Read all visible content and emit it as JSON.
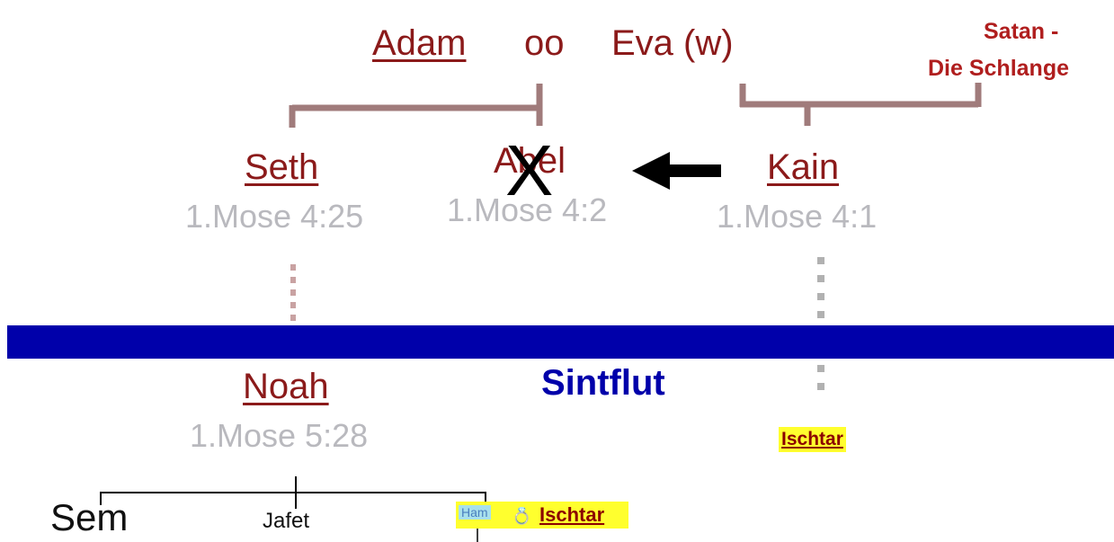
{
  "top": {
    "adam": "Adam",
    "marriage": "oo",
    "eva": "Eva (w)"
  },
  "satan": {
    "line1": "Satan -",
    "line2": "Die Schlange"
  },
  "children": [
    {
      "name": "Seth",
      "ref": "1.Mose 4:25"
    },
    {
      "name": "Abel",
      "ref": "1.Mose 4:2"
    },
    {
      "name": "Kain",
      "ref": "1.Mose 4:1"
    }
  ],
  "abel_mark": "X",
  "flood": {
    "label": "Sintflut",
    "color": "#0000aa"
  },
  "noah": {
    "name": "Noah",
    "ref": "1.Mose 5:28"
  },
  "ischtar_kain": "Ischtar",
  "sons": {
    "sem": "Sem",
    "jafet": "Jafet",
    "ham": "Ham",
    "ischtar": "Ischtar"
  },
  "colors": {
    "name": "#8b1a1a",
    "reference": "#b9b9be",
    "connector": "#a07b7b",
    "highlight": "#ffff2e",
    "satan": "#b01e1e"
  }
}
